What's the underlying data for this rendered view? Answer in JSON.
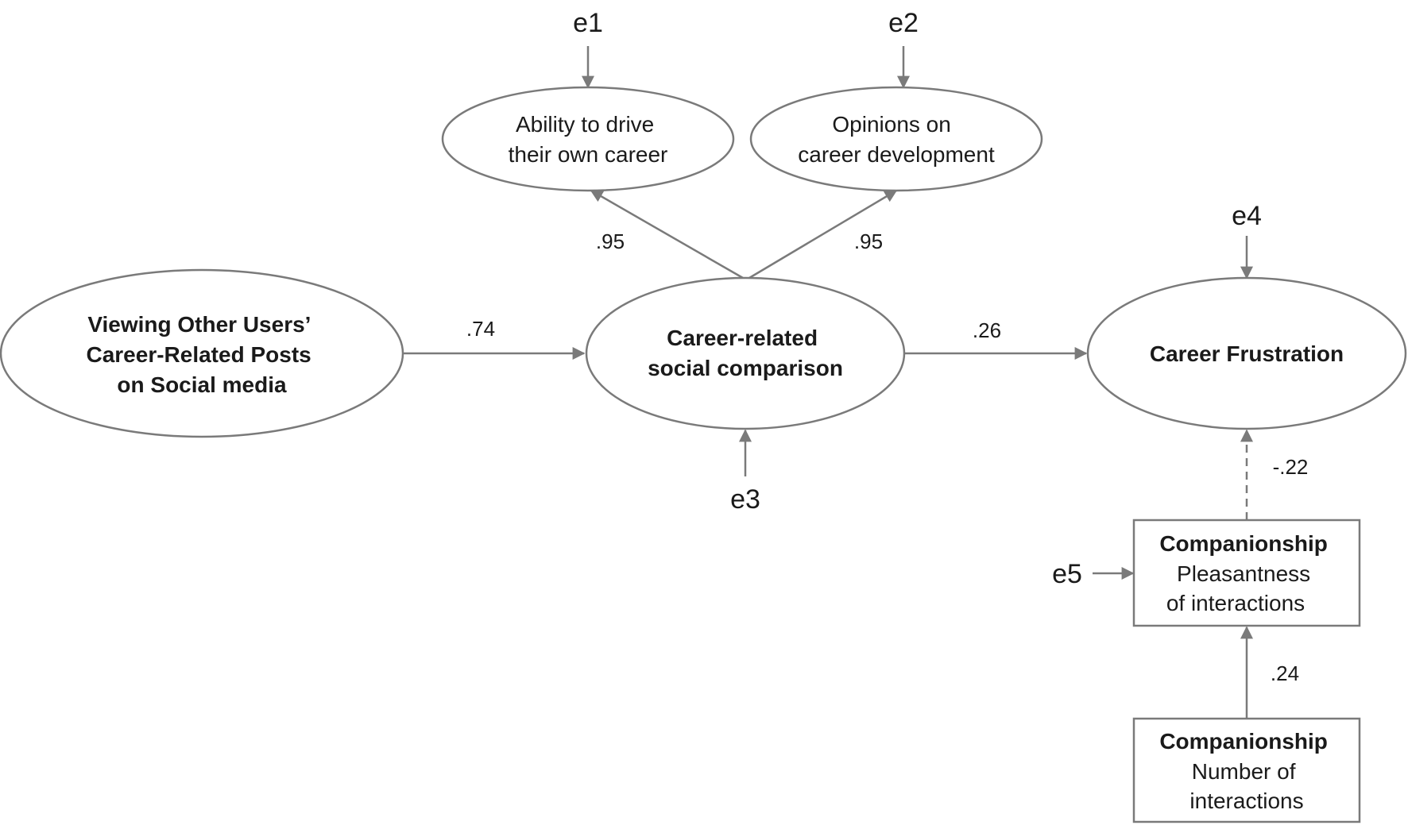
{
  "nodes": {
    "viewing": {
      "lines": [
        "Viewing Other Users’",
        "Career-Related Posts",
        "on Social media"
      ]
    },
    "comparison": {
      "lines": [
        "Career-related",
        "social comparison"
      ]
    },
    "frustration": {
      "lines": [
        "Career Frustration"
      ]
    },
    "ability": {
      "lines": [
        "Ability to drive",
        "their own career"
      ]
    },
    "opinions": {
      "lines": [
        "Opinions on",
        "career development"
      ]
    },
    "pleasantness": {
      "title": "Companionship",
      "lines": [
        "Pleasantness",
        "of interactions"
      ]
    },
    "number": {
      "title": "Companionship",
      "lines": [
        "Number of",
        "interactions"
      ]
    }
  },
  "errors": {
    "e1": "e1",
    "e2": "e2",
    "e3": "e3",
    "e4": "e4",
    "e5": "e5"
  },
  "coefficients": {
    "ability": ".95",
    "opinions": ".95",
    "viewing_to_comparison": ".74",
    "comparison_to_frustration": ".26",
    "pleasantness_to_frustration": "-.22",
    "number_to_pleasantness": ".24"
  },
  "colors": {
    "stroke": "#7a7a7a",
    "text": "#1a1a1a"
  }
}
